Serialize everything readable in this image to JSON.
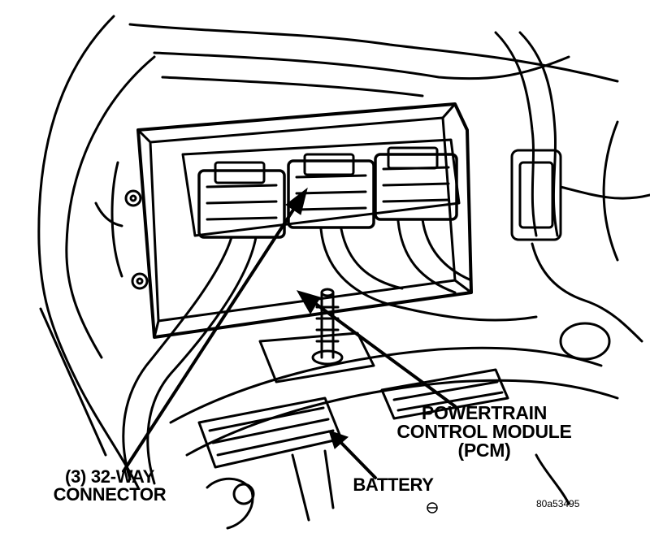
{
  "callouts": {
    "pcm": {
      "line1": "POWERTRAIN",
      "line2": "CONTROL MODULE",
      "line3": "(PCM)"
    },
    "connector": {
      "line1": "(3) 32-WAY",
      "line2": "CONNECTOR"
    },
    "battery": {
      "text": "BATTERY"
    }
  },
  "figure_code": "80a53495",
  "colors": {
    "ink": "#000000",
    "paper": "#ffffff"
  }
}
